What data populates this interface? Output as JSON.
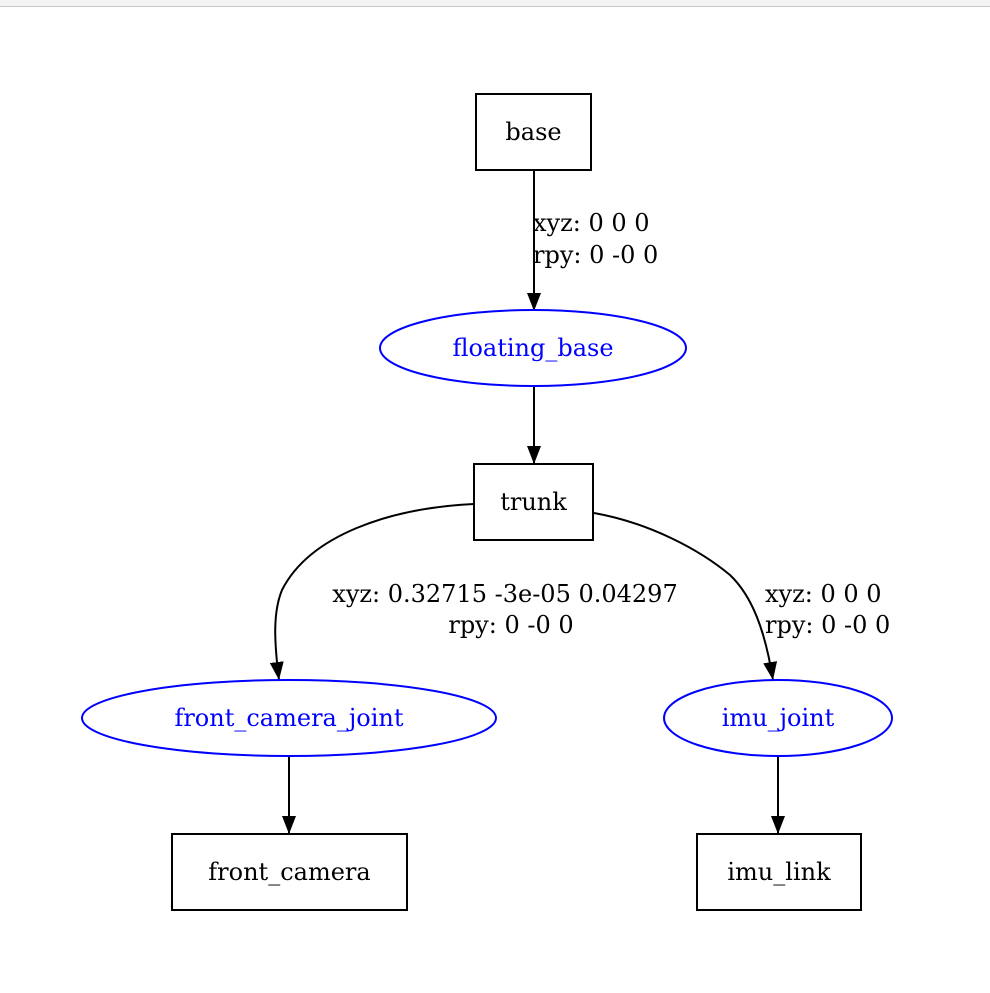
{
  "colors": {
    "link_stroke": "#000000",
    "link_text": "#000000",
    "joint_stroke": "#0000ff",
    "joint_text": "#0000ff",
    "edge": "#000000",
    "background": "#ffffff"
  },
  "links": {
    "base": "base",
    "trunk": "trunk",
    "front_camera": "front_camera",
    "imu_link": "imu_link"
  },
  "joints": {
    "floating_base": "floating_base",
    "front_camera_joint": "front_camera_joint",
    "imu_joint": "imu_joint"
  },
  "edge_labels": {
    "base_to_floating_base": {
      "xyz": "xyz: 0 0 0",
      "rpy": "rpy: 0 -0 0"
    },
    "trunk_to_front_camera_joint": {
      "xyz": "xyz: 0.32715 -3e-05 0.04297",
      "rpy": "rpy: 0 -0 0"
    },
    "trunk_to_imu_joint": {
      "xyz": "xyz: 0 0 0",
      "rpy": "rpy: 0 -0 0"
    }
  }
}
